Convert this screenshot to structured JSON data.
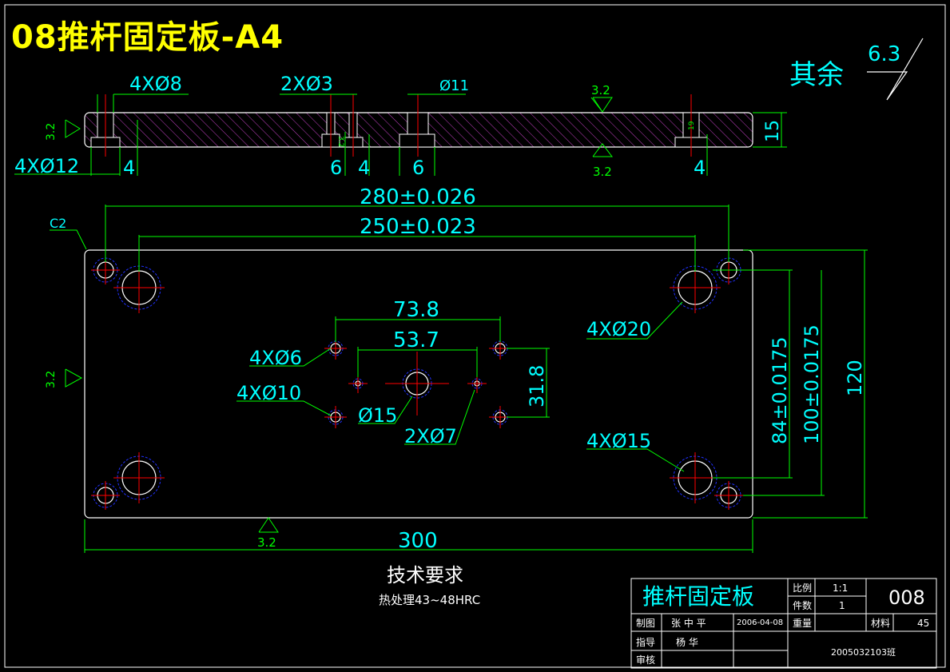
{
  "drawing_title": "08推杆固定板-A4",
  "roughness": {
    "other_label": "其余",
    "other_value": "6.3",
    "value": "3.2"
  },
  "side_view": {
    "dim_4x_d8": "4XØ8",
    "dim_2x_d3": "2XØ3",
    "dim_d11": "Ø11",
    "dim_4x_d12": "4XØ12",
    "dim_4_left": "4",
    "dim_6_a": "6",
    "dim_4_mid": "4",
    "dim_6_b": "6",
    "dim_4_right": "4",
    "dim_15": "15",
    "dim_19": "19",
    "dim_3_2_small": "3.2"
  },
  "plan_view": {
    "chamfer": "C2",
    "dim_280": "280±0.026",
    "dim_250": "250±0.023",
    "dim_300": "300",
    "dim_73_8": "73.8",
    "dim_53_7": "53.7",
    "dim_31_8": "31.8",
    "dim_84": "84±0.0175",
    "dim_100": "100±0.0175",
    "dim_120": "120",
    "label_4x_d6": "4XØ6",
    "label_4x_d10": "4XØ10",
    "label_d15": "Ø15",
    "label_2x_d7": "2XØ7",
    "label_4x_d20": "4XØ20",
    "label_4x_d15": "4XØ15"
  },
  "tech_requirements": {
    "heading": "技术要求",
    "line1": "热处理43~48HRC"
  },
  "title_block": {
    "part_name": "推杆固定板",
    "scale_label": "比例",
    "scale_value": "1:1",
    "qty_label": "件数",
    "qty_value": "1",
    "drawing_no": "008",
    "drawn_label": "制图",
    "drawn_name": "张 中 平",
    "drawn_date": "2006-04-08",
    "weight_label": "重量",
    "material_label": "材料",
    "material_value": "45",
    "guide_label": "指导",
    "guide_name": "杨 华",
    "review_label": "审核",
    "class_id": "2005032103班"
  },
  "colors": {
    "outline": "#ffffff",
    "dimension": "#00ff00",
    "dim_text": "#00ffff",
    "centerline": "#ff0000",
    "hidden": "#0000ff",
    "hatch": "#ff00ff",
    "title": "#ffff00"
  }
}
